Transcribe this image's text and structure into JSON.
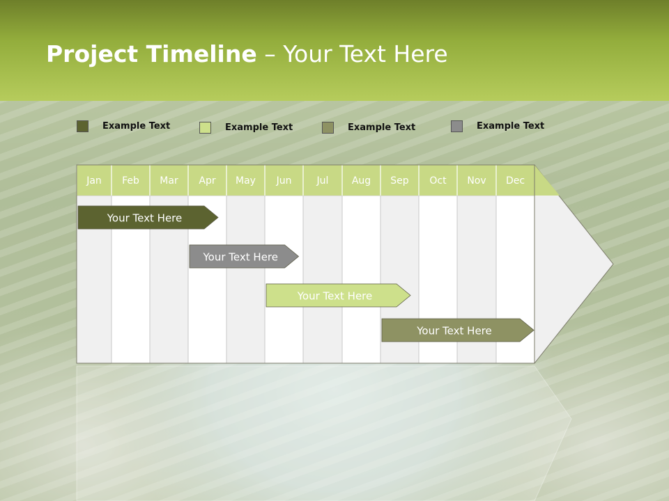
{
  "title": {
    "bold": "Project Timeline",
    "rest": " – Your Text Here"
  },
  "legend": [
    {
      "label": "Example Text",
      "color": "#5c6330"
    },
    {
      "label": "Example Text",
      "color": "#cde08b"
    },
    {
      "label": "Example Text",
      "color": "#8e9263"
    },
    {
      "label": "Example Text",
      "color": "#8c8c8c"
    }
  ],
  "colors": {
    "header": "#93ad3c",
    "month_header": "#c8d985",
    "column_light": "#f0f0f0",
    "column_white": "#ffffff",
    "arrow_fill": "#f0f0f0"
  },
  "chart_data": {
    "type": "table",
    "months": [
      "Jan",
      "Feb",
      "Mar",
      "Apr",
      "May",
      "Jun",
      "Jul",
      "Aug",
      "Sep",
      "Oct",
      "Nov",
      "Dec"
    ],
    "bars": [
      {
        "label": "Your  Text Here",
        "start": 0.0,
        "end": 3.8,
        "color": "#5c6330"
      },
      {
        "label": "Your  Text Here",
        "start": 3.0,
        "end": 5.9,
        "color": "#8c8c8c"
      },
      {
        "label": "Your  Text Here",
        "start": 5.0,
        "end": 8.8,
        "color": "#cde08b"
      },
      {
        "label": "Your  Text Here",
        "start": 8.0,
        "end": 12.0,
        "color": "#8e9263"
      }
    ]
  }
}
